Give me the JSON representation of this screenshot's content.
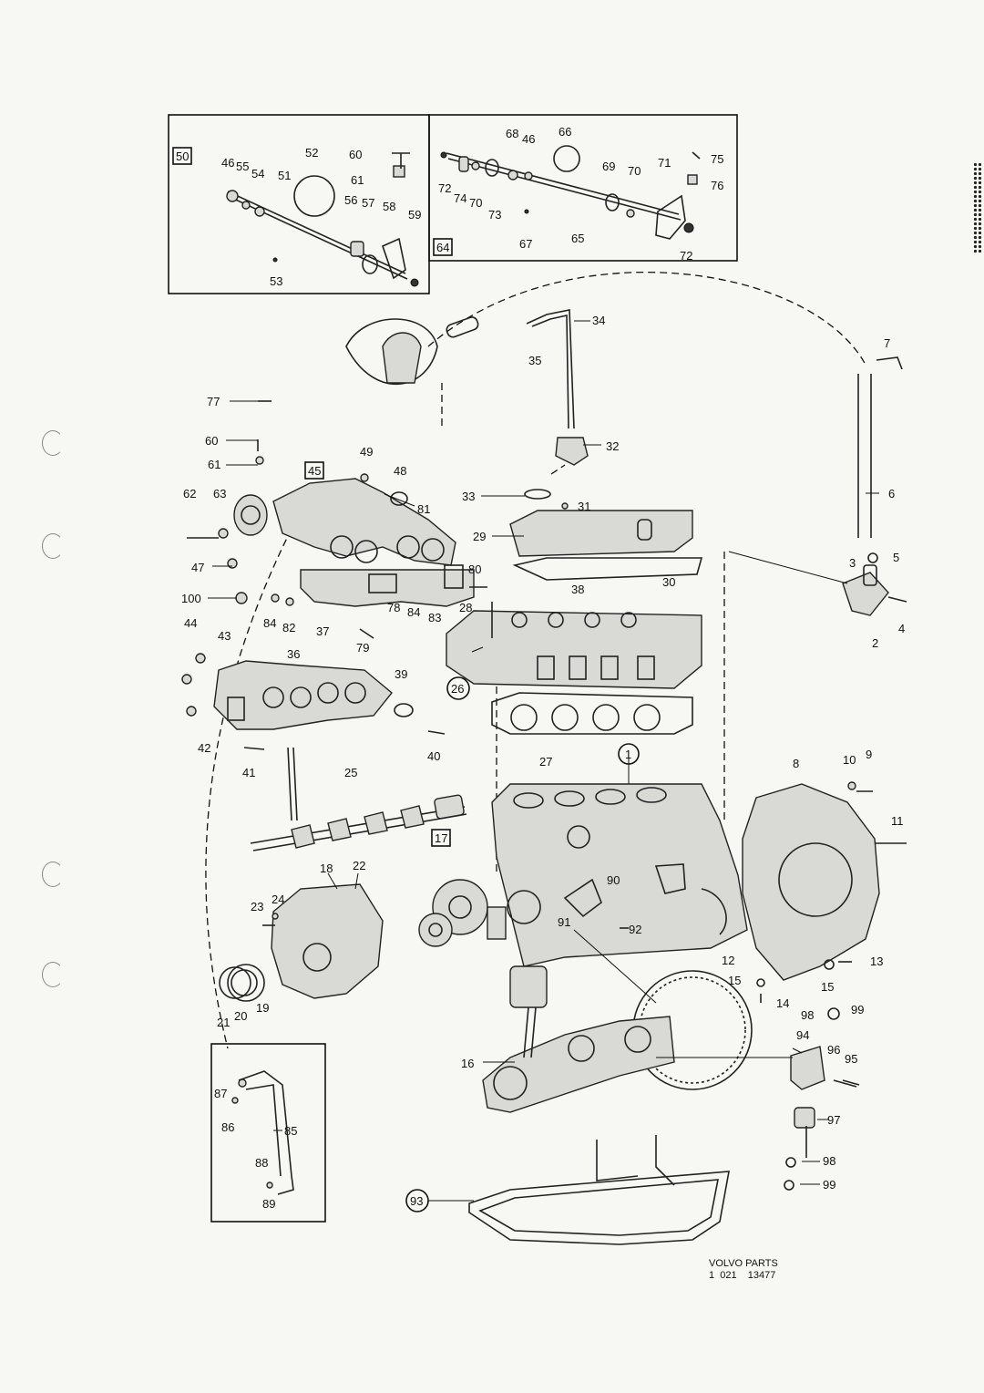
{
  "title_block": {
    "brand": "VOLVO PARTS",
    "number": "1  021    13477"
  },
  "inset_refs": {
    "left": "50",
    "right": "64"
  },
  "boxed_refs": [
    "45",
    "17"
  ],
  "circled_refs": [
    "1",
    "26",
    "93"
  ],
  "labels": [
    "46",
    "55",
    "54",
    "51",
    "52",
    "60",
    "61",
    "56",
    "57",
    "58",
    "59",
    "53",
    "68",
    "46",
    "66",
    "72",
    "74",
    "70",
    "73",
    "69",
    "70",
    "71",
    "75",
    "76",
    "67",
    "65",
    "72",
    "34",
    "35",
    "7",
    "77",
    "60",
    "61",
    "49",
    "48",
    "62",
    "63",
    "81",
    "47",
    "100",
    "80",
    "84",
    "82",
    "78",
    "84",
    "83",
    "28",
    "38",
    "30",
    "3",
    "5",
    "6",
    "2",
    "4",
    "32",
    "33",
    "31",
    "29",
    "44",
    "43",
    "37",
    "36",
    "79",
    "39",
    "42",
    "40",
    "41",
    "27",
    "25",
    "18",
    "22",
    "23",
    "24",
    "21",
    "20",
    "19",
    "90",
    "91",
    "92",
    "8",
    "10",
    "9",
    "11",
    "12",
    "13",
    "15",
    "15",
    "14",
    "98",
    "99",
    "94",
    "96",
    "95",
    "97",
    "98",
    "99",
    "16",
    "87",
    "86",
    "85",
    "88",
    "89"
  ],
  "colors": {
    "ink": "#111111",
    "paper": "#f7f7f4"
  }
}
